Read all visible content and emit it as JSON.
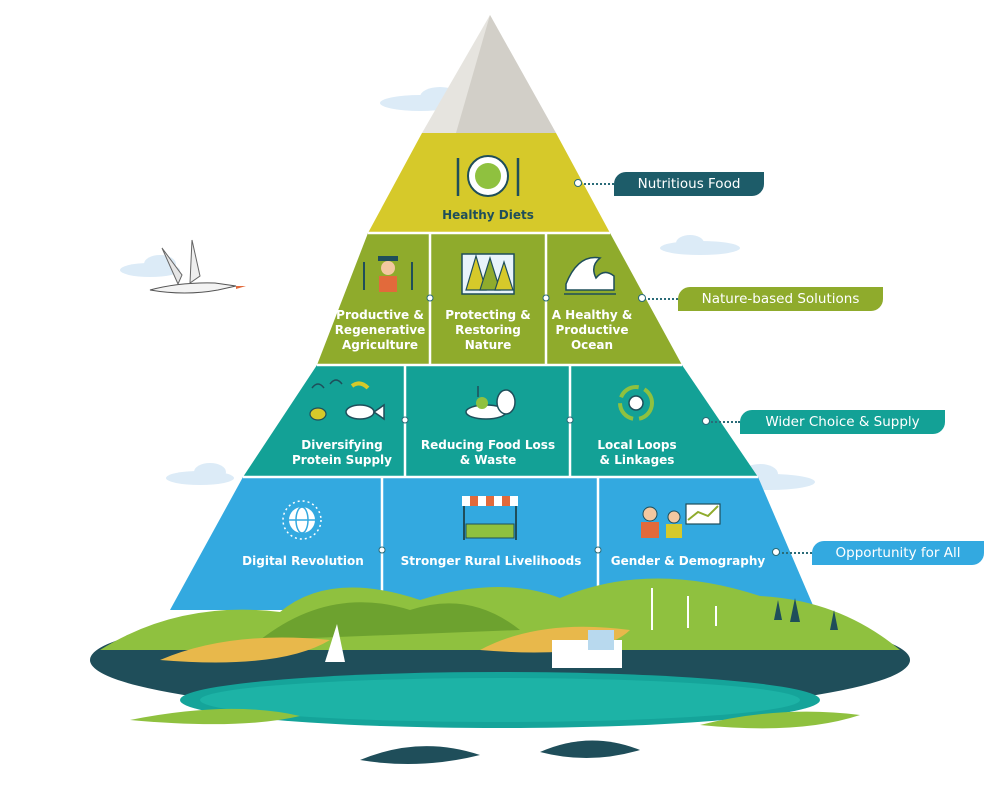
{
  "tiers": {
    "top": {
      "label": "Healthy Diets",
      "icon": "plate-cutlery-icon"
    },
    "nature": [
      {
        "label": "Productive &\nRegenerative\nAgriculture",
        "icon": "farmer-icon"
      },
      {
        "label": "Protecting &\nRestoring Nature",
        "icon": "forest-icon"
      },
      {
        "label": "A Healthy &\nProductive\nOcean",
        "icon": "wave-icon"
      }
    ],
    "supply": [
      {
        "label": "Diversifying\nProtein Supply",
        "icon": "protein-fish-icon"
      },
      {
        "label": "Reducing Food Loss\n& Waste",
        "icon": "food-waste-icon"
      },
      {
        "label": "Local Loops\n& Linkages",
        "icon": "recycle-loop-icon"
      }
    ],
    "base": [
      {
        "label": "Digital Revolution",
        "icon": "globe-network-icon"
      },
      {
        "label": "Stronger Rural Livelihoods",
        "icon": "market-stall-icon"
      },
      {
        "label": "Gender & Demography",
        "icon": "people-chart-icon"
      }
    ]
  },
  "tags": {
    "nutritious": "Nutritious Food",
    "nature": "Nature-based Solutions",
    "wider": "Wider Choice & Supply",
    "opportunity": "Opportunity for All"
  },
  "colors": {
    "peak": "#e6e4df",
    "diets": "#d6c92a",
    "nature": "#8fab2c",
    "supply": "#13a196",
    "base": "#33a9e0",
    "tag_dark": "#1d5c69"
  }
}
